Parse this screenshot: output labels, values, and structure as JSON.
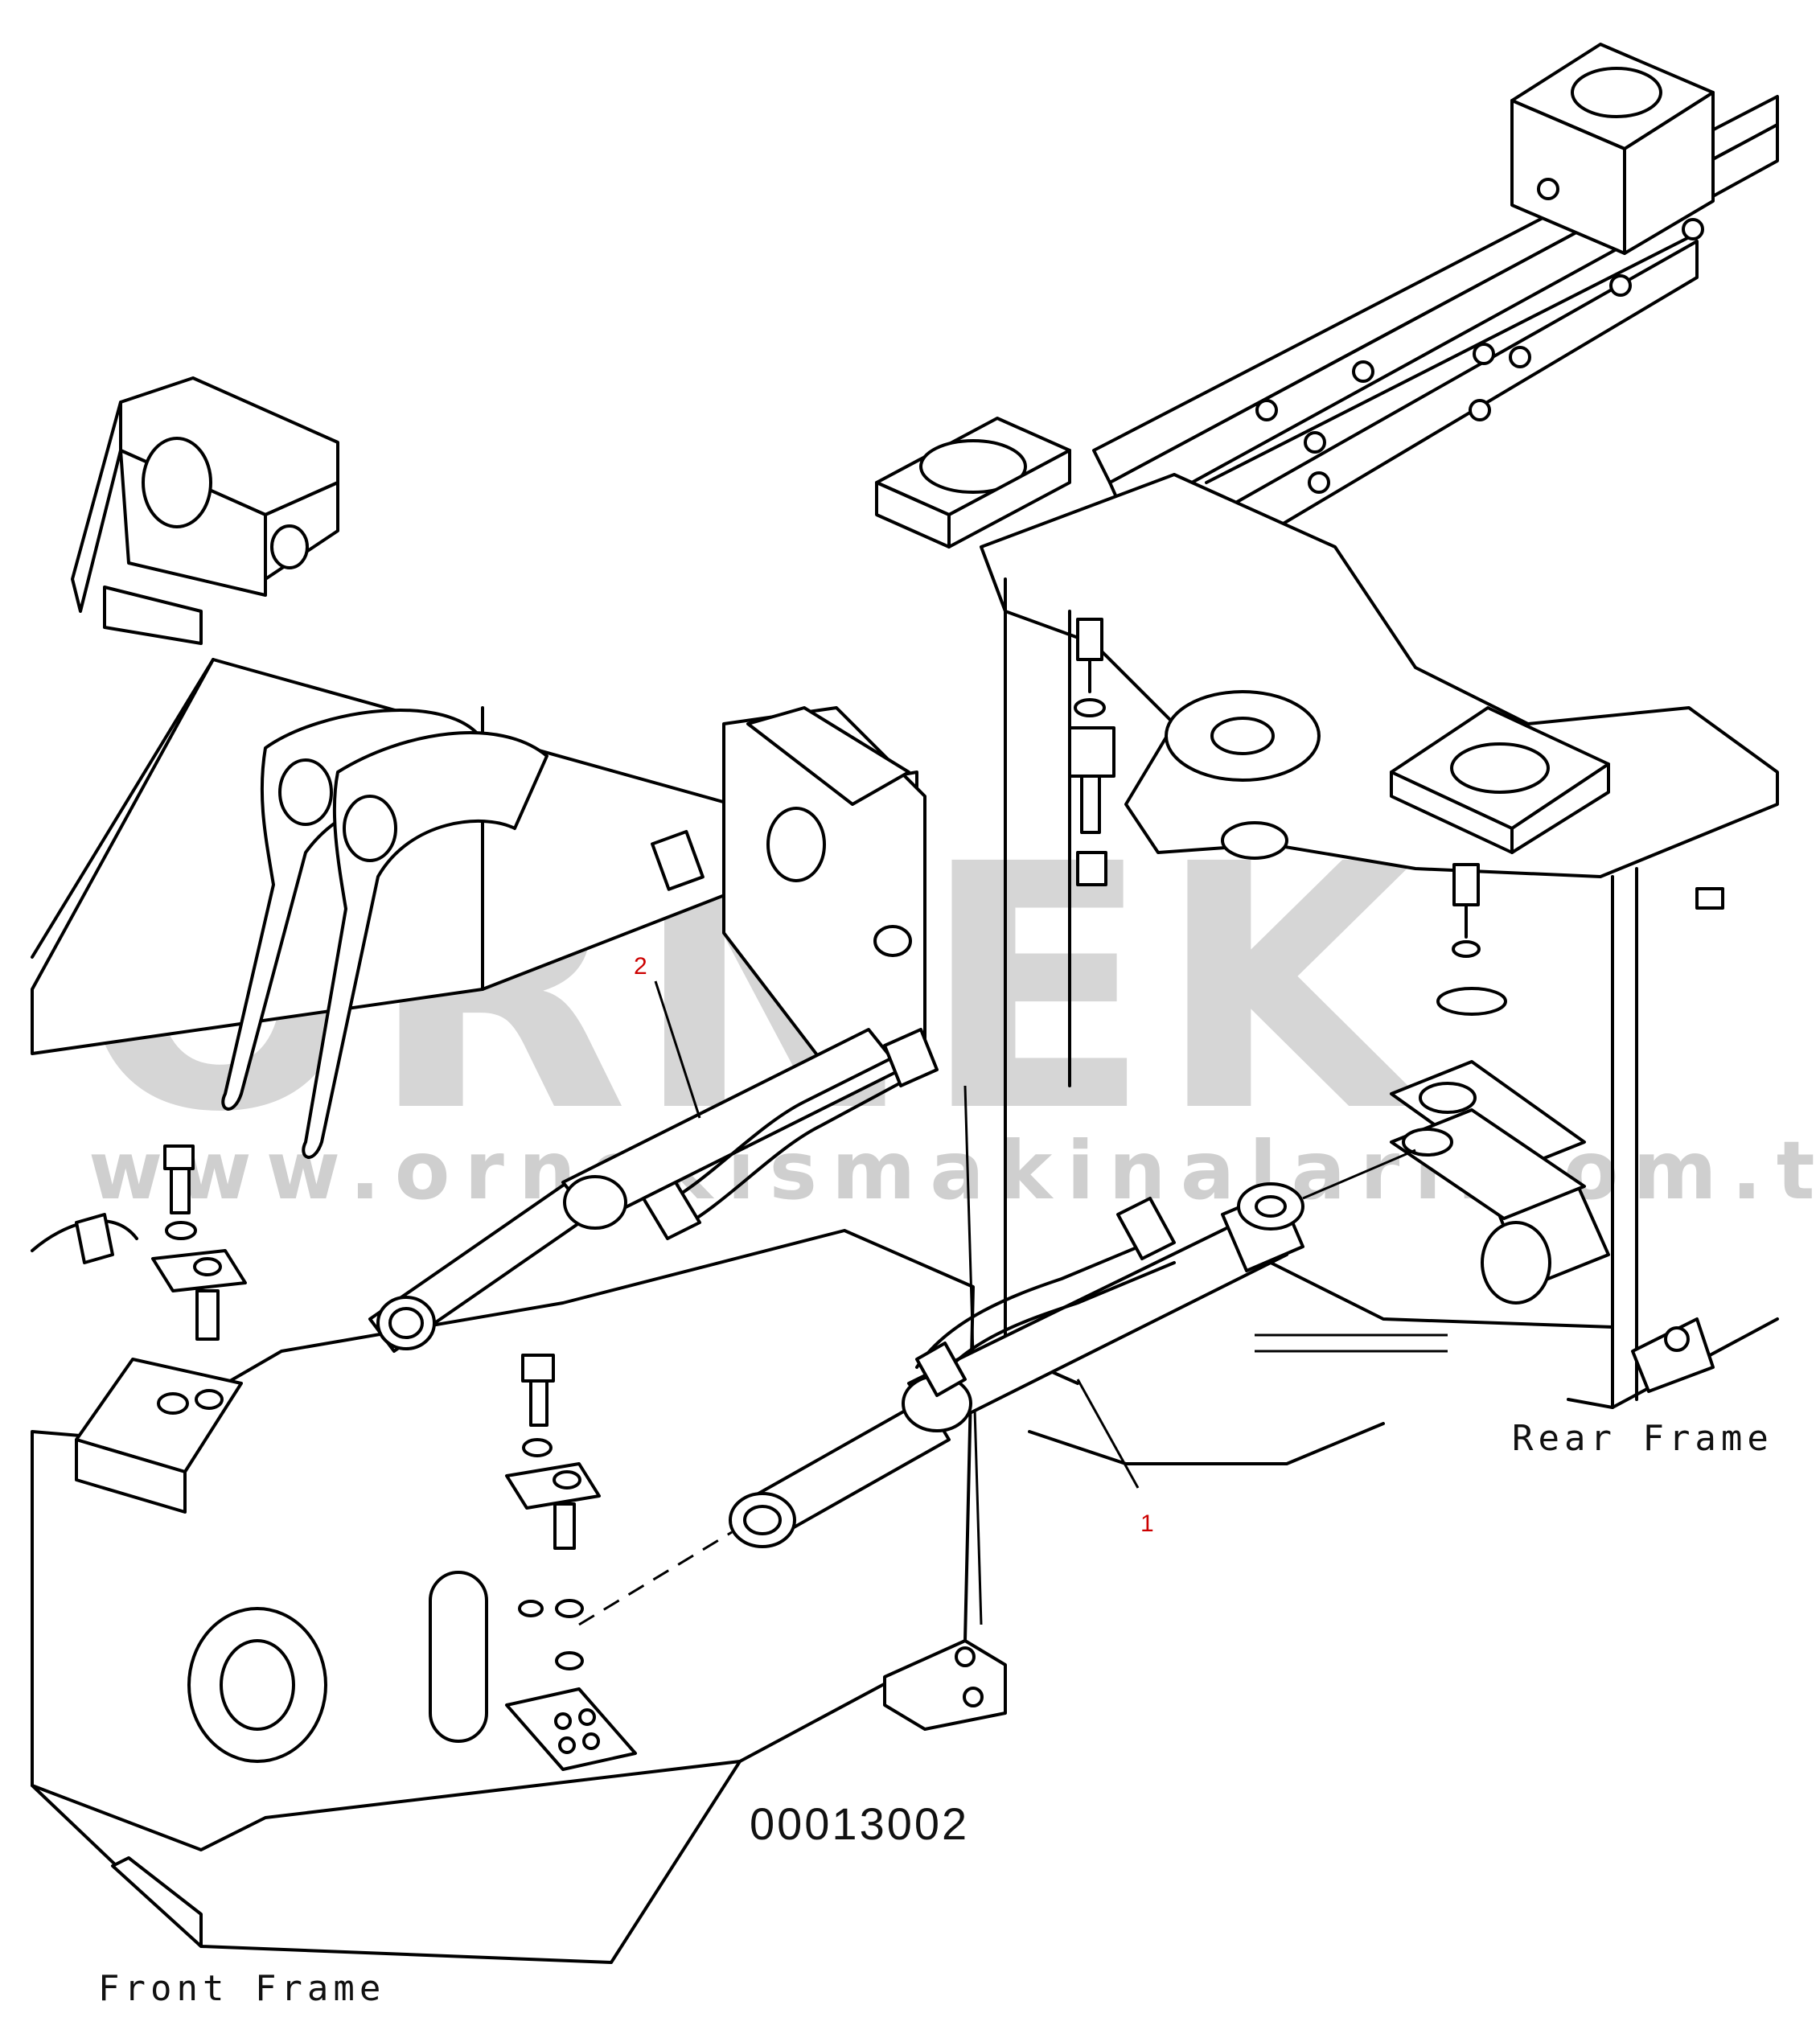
{
  "watermark": {
    "brand": "ÖRNEK",
    "url": "www.ornekismakinalari.com.tr",
    "accent_color": "#f5c400"
  },
  "callouts": [
    {
      "id": "1",
      "label": "1"
    },
    {
      "id": "2",
      "label": "2"
    }
  ],
  "labels": {
    "rear_frame": "Rear Frame",
    "front_frame": "Front Frame",
    "drawing_number": "00013002"
  },
  "colors": {
    "line": "#000000",
    "callout": "#cc0000",
    "watermark": "#d6d6d6"
  }
}
